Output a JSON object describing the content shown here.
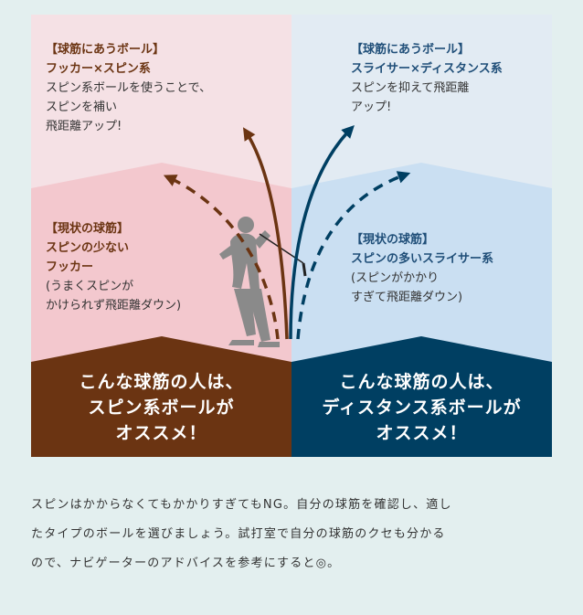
{
  "left": {
    "ideal_heading": "【球筋にあうボール】",
    "ideal_type": "フッカー×スピン系",
    "ideal_desc": [
      "スピン系ボールを使うことで、",
      "スピンを補い",
      "飛距離アップ!"
    ],
    "current_heading": "【現状の球筋】",
    "current_type": [
      "スピンの少ない",
      "フッカー"
    ],
    "current_desc": [
      "(うまくスピンが",
      "かけられず飛距離ダウン)"
    ],
    "cta": [
      "こんな球筋の人は、",
      "スピン系ボールが",
      "オススメ！"
    ]
  },
  "right": {
    "ideal_heading": "【球筋にあうボール】",
    "ideal_type": "スライサー×ディスタンス系",
    "ideal_desc": [
      "スピンを抑えて飛距離",
      "アップ!"
    ],
    "current_heading": "【現状の球筋】",
    "current_type": "スピンの多いスライサー系",
    "current_desc": [
      "(スピンがかかり",
      "すぎて飛距離ダウン)"
    ],
    "cta": [
      "こんな球筋の人は、",
      "ディスタンス系ボールが",
      "オススメ！"
    ]
  },
  "caption": [
    "スピンはかからなくてもかかりすぎてもNG。自分の球筋を確認し、適し",
    "たタイプのボールを選びましょう。試打室で自分の球筋のクセも分かる",
    "ので、ナビゲーターのアドバイスを参考にすると◎。"
  ],
  "colors": {
    "left_top": "#f5e1e5",
    "left_mid": "#f3c8ce",
    "left_bottom": "#6b3412",
    "right_top": "#e2ebf3",
    "right_mid": "#cadff2",
    "right_bottom": "#003f62",
    "golfer": "#8a8a8a"
  },
  "icons": [
    "golfer-silhouette-icon",
    "arrow-icon"
  ]
}
